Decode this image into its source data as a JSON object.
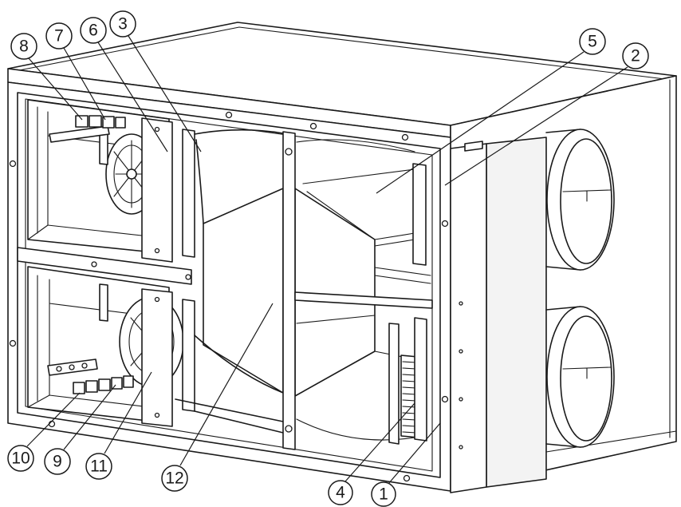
{
  "callouts": [
    "1",
    "2",
    "3",
    "4",
    "5",
    "6",
    "7",
    "8",
    "9",
    "10",
    "11",
    "12"
  ],
  "colors": {
    "line": "#1a1a1a",
    "background": "#ffffff"
  }
}
